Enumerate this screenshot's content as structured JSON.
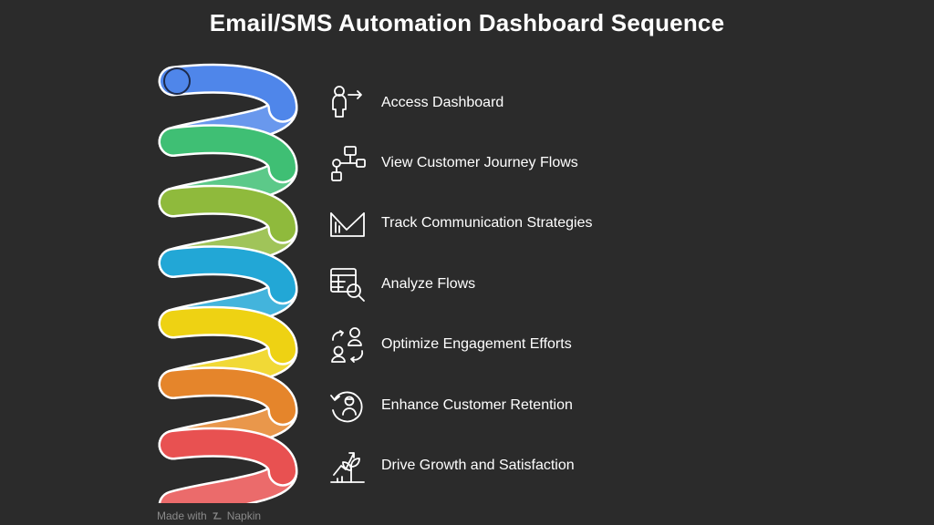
{
  "title": "Email/SMS Automation Dashboard Sequence",
  "steps": [
    {
      "label": "Access Dashboard",
      "icon": "person-arrow-icon",
      "color": "#4f86ea"
    },
    {
      "label": "View Customer Journey Flows",
      "icon": "flowchart-icon",
      "color": "#3fbf74"
    },
    {
      "label": "Track Communication Strategies",
      "icon": "angle-chart-icon",
      "color": "#8fba3c"
    },
    {
      "label": "Analyze Flows",
      "icon": "table-magnifier-icon",
      "color": "#22a7d6"
    },
    {
      "label": "Optimize Engagement Efforts",
      "icon": "people-cycle-icon",
      "color": "#eed213"
    },
    {
      "label": "Enhance Customer Retention",
      "icon": "person-return-icon",
      "color": "#e5852b"
    },
    {
      "label": "Drive Growth and Satisfaction",
      "icon": "plant-growth-icon",
      "color": "#e85151"
    }
  ],
  "footer": {
    "prefix": "Made with",
    "brand": "Napkin"
  }
}
